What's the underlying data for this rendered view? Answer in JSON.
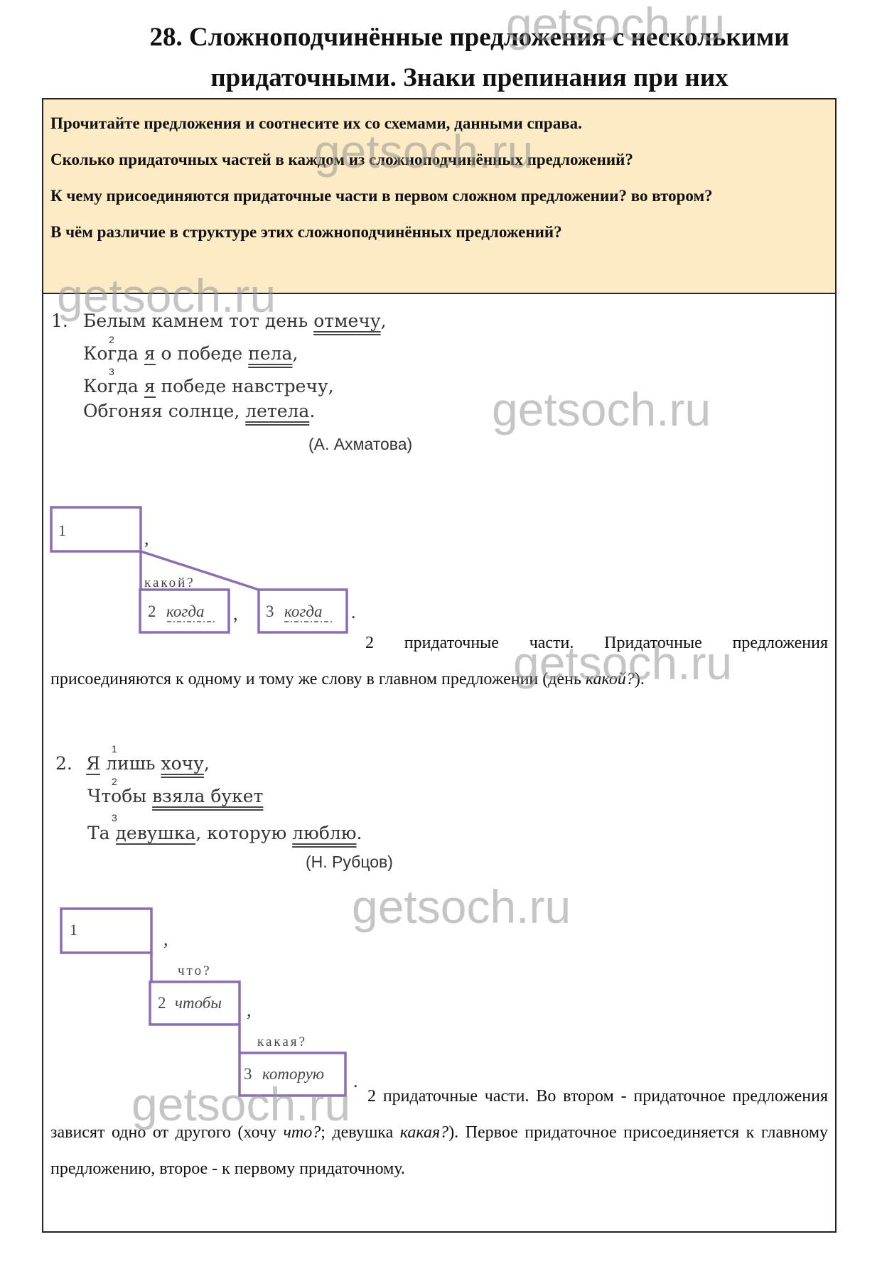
{
  "title": {
    "line1": "28. Сложноподчинённые предложения с несколькими",
    "line2": "придаточными. Знаки препинания при них"
  },
  "task": [
    "Прочитайте предложения и соотнесите их со схемами, данными справа.",
    "Сколько придаточных частей в каждом из сложноподчинённых предложений?",
    "К чему присоединяются придаточные части в первом сложном предложении? во втором?",
    "В чём различие в структуре этих сложноподчинённых предложений?"
  ],
  "poem1": {
    "num": "1.",
    "marks": [
      "2",
      "3"
    ],
    "l1": [
      "Белым камнем тот день ",
      "отмечу",
      ","
    ],
    "l2": [
      "Когда ",
      "я",
      " о победе ",
      "пела",
      ","
    ],
    "l3": [
      "Когда ",
      "я",
      " победе навстречу,"
    ],
    "l4": [
      "Обгоняя солнце, ",
      "летела",
      "."
    ],
    "author": "(А. Ахматова)"
  },
  "scheme1": {
    "box1": "1",
    "box2_num": "2",
    "box2_word": "когда",
    "box3_num": "3",
    "box3_word": "когда",
    "question": "какой?",
    "comma": ",",
    "period": "."
  },
  "answer1": {
    "t1": "2 придаточные части. Придаточные предложения присоединяются к одному и тому же слову в главном предложении (день ",
    "q": "какой?",
    "t2": ")."
  },
  "poem2": {
    "num": "2.",
    "marks": [
      "1",
      "2",
      "3"
    ],
    "l1": [
      "Я",
      " лишь ",
      "хочу",
      ","
    ],
    "l2": [
      "Чтобы ",
      "взяла букет"
    ],
    "l3": [
      "Та ",
      "девушка",
      ", которую ",
      "люблю",
      "."
    ],
    "author": "(Н. Рубцов)"
  },
  "scheme2": {
    "box1": "1",
    "box2_num": "2",
    "box2_word": "чтобы",
    "box3_num": "3",
    "box3_word": "которую",
    "q1": "что?",
    "q2": "какая?",
    "comma": ",",
    "period": "."
  },
  "answer2": {
    "t1": "2 придаточные части. Во втором - придаточное предложения зависят одно от другого (хочу ",
    "q1": "что?",
    "t2": "; девушка ",
    "q2": "какая?",
    "t3": "). Первое придаточное присоединяется к главному предложению, второе - к первому придаточному."
  },
  "watermark": "getsoch.ru",
  "colors": {
    "scheme": "#8b6cb5",
    "task_bg": "#fcebc4"
  }
}
